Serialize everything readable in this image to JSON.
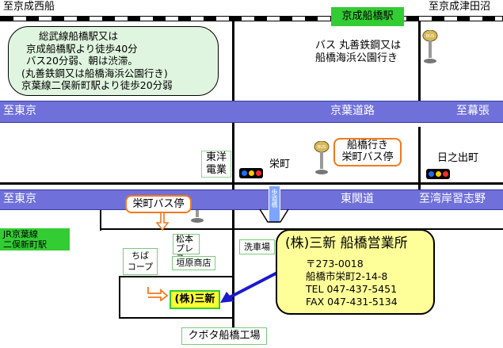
{
  "directions": {
    "top_left": "至京成西船",
    "top_right": "至京成津田沼"
  },
  "station": {
    "name": "京成船橋駅"
  },
  "access_note": {
    "lines": [
      "総武線船橋駅又は",
      "京成船橋駅より徒歩40分",
      "バス20分弱、朝は渋滞。",
      "(丸善鉄鋼又は船橋海浜公園行き)",
      "京葉線二俣新町駅より徒歩20分弱"
    ]
  },
  "bus_note": {
    "lines": [
      "バス 丸善鉄鋼又は",
      "船橋海浜公園行き"
    ]
  },
  "keiyo_road": {
    "left": "至東京",
    "center": "京葉道路",
    "right": "至幕張"
  },
  "toyo_denko": {
    "lines": [
      "東洋",
      "電業"
    ]
  },
  "sakaecho": "栄町",
  "hinode": "日之出町",
  "bus_stop_top": {
    "lines": [
      "船橋行き",
      "栄町バス停"
    ]
  },
  "kanto_road": {
    "left": "至東京",
    "center": "東関道",
    "right": "至湾岸習志野"
  },
  "footbridge": "歩道橋",
  "bus_stop_bottom": "栄町バス停",
  "jr_station": {
    "lines": [
      "JR京葉線",
      "二俣新町駅"
    ]
  },
  "matsumoto": {
    "lines": [
      "松本",
      "プレス"
    ]
  },
  "carwash": "洗車場",
  "chiba_coop": {
    "lines": [
      "ちば",
      "コープ"
    ]
  },
  "kakihara": "垣原商店",
  "target": "(株)三新",
  "company": {
    "name": "(株)三新 船橋営業所",
    "postal": "〒273-0018",
    "address": "船橋市栄町2-14-8",
    "tel": "TEL 047-437-5451",
    "fax": "FAX 047-431-5134"
  },
  "kubota": "クボタ船橋工場",
  "colors": {
    "road_band": "#6f70d9",
    "station": "#33cc33",
    "callout": "#ffff99",
    "accent": "#f07a1e"
  }
}
